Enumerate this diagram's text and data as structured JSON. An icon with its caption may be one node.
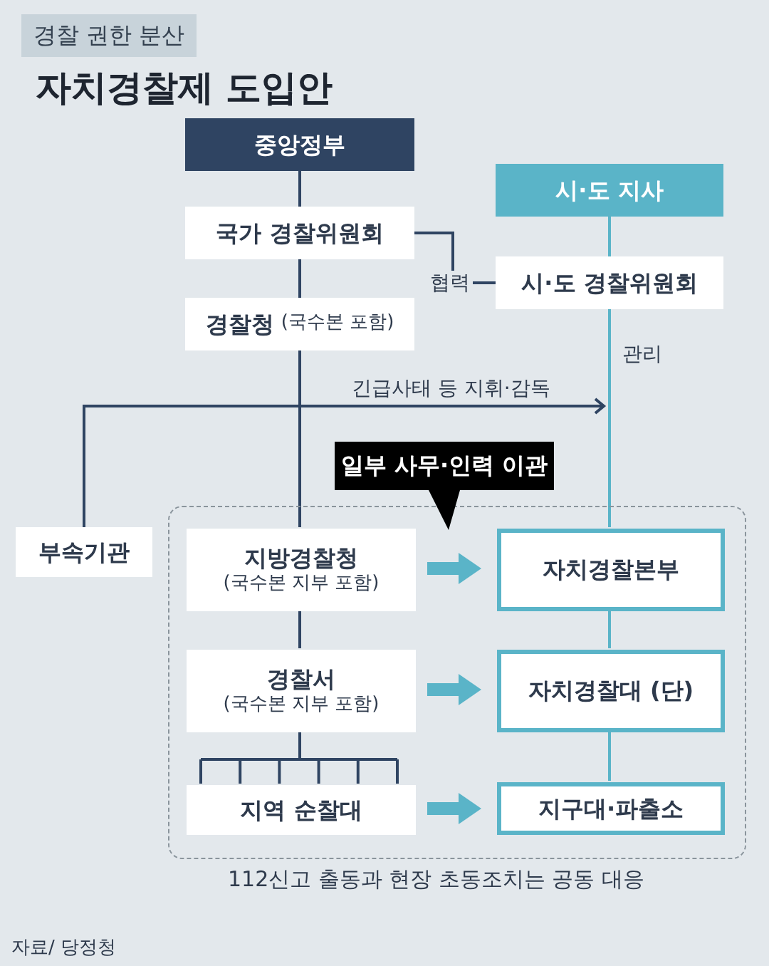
{
  "diagram": {
    "title": "자치경찰제 도입안",
    "nodes": [
      {
        "text": [
          "경찰 권한 분산"
        ]
      },
      {
        "text": [
          "중앙정부"
        ]
      },
      {
        "text": [
          "시·도 지사"
        ]
      },
      {
        "text": [
          "국가 경찰위원회"
        ]
      },
      {
        "text": [
          "시·도 경찰위원회"
        ]
      },
      {
        "text": [
          "경찰청",
          "(국수본 포함)"
        ]
      },
      {
        "text": [
          "부속기관"
        ]
      },
      {
        "text": [],
        "shape": "box"
      },
      {
        "text": [
          "지방경찰청",
          "(국수본 지부 포함)"
        ],
        "in": 7
      },
      {
        "text": [
          "자치경찰본부"
        ],
        "in": 7
      },
      {
        "text": [
          "경찰서",
          "(국수본 지부 포함)"
        ],
        "in": 7
      },
      {
        "text": [
          "자치경찰대 (단)"
        ],
        "in": 7
      },
      {
        "text": [
          "지역 순찰대"
        ],
        "in": 7
      },
      {
        "text": [
          "지구대·파출소"
        ],
        "in": 7
      },
      {
        "text": [
          "일부 사무·인력 이관"
        ]
      }
    ],
    "edges": [
      {
        "from": 1,
        "to": 3,
        "arrow": "none"
      },
      {
        "from": 3,
        "to": 5,
        "arrow": "none"
      },
      {
        "from": 5,
        "to": 8,
        "arrow": "none"
      },
      {
        "from": 8,
        "to": 10,
        "arrow": "none"
      },
      {
        "from": 10,
        "to": 12,
        "arrow": "none"
      },
      {
        "from": 2,
        "to": 4,
        "arrow": "none",
        "color": "#5ab4c8"
      },
      {
        "from": 4,
        "to": 9,
        "arrow": "none",
        "label": "관리",
        "color": "#5ab4c8"
      },
      {
        "from": 9,
        "to": 11,
        "arrow": "none",
        "color": "#5ab4c8"
      },
      {
        "from": 11,
        "to": 13,
        "arrow": "none",
        "color": "#5ab4c8"
      },
      {
        "from": 3,
        "to": 4,
        "arrow": "none",
        "label": "협력"
      },
      {
        "from": 5,
        "to": 6,
        "arrow": "none"
      },
      {
        "from": 5,
        "to": null,
        "arrow": "to",
        "label": "긴급사태 등 지휘·감독"
      },
      {
        "from": 8,
        "to": 9,
        "arrow": "to",
        "style": "thick",
        "color": "#5ab4c8"
      },
      {
        "from": 10,
        "to": 11,
        "arrow": "to",
        "style": "thick",
        "color": "#5ab4c8"
      },
      {
        "from": 12,
        "to": 13,
        "arrow": "to",
        "style": "thick",
        "color": "#5ab4c8"
      }
    ],
    "labels": [
      "112신고 출동과 현장 초동조치는 공동 대응",
      "자료/ 당정청"
    ]
  }
}
